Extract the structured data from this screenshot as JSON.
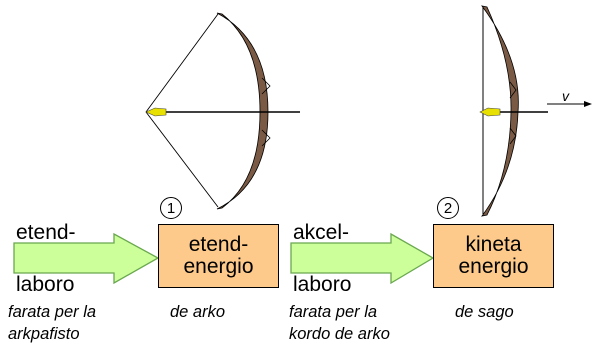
{
  "colors": {
    "box_fill": "#fdca8c",
    "arrow_fill": "#ccff99",
    "arrow_stroke": "#6aa84f",
    "bow_wood": "#7a5a44",
    "arrowhead": "#e8e000"
  },
  "icons": [
    "drawn-bow-icon",
    "released-bow-icon",
    "velocity-arrow-icon"
  ],
  "arrow1": {
    "top": "etend-",
    "bottom": "laboro"
  },
  "arrow2": {
    "top": "akcel-",
    "bottom": "laboro"
  },
  "box1": {
    "number": "1",
    "line1": "etend-",
    "line2": "energio"
  },
  "box2": {
    "number": "2",
    "line1": "kineta",
    "line2": "energio"
  },
  "captions": {
    "c1_line1": "farata per la",
    "c1_line2": "arkpafisto",
    "c2": "de arko",
    "c3_line1": "farata per la",
    "c3_line2": "kordo de arko",
    "c4": "de sago"
  },
  "velocity_label": "v"
}
